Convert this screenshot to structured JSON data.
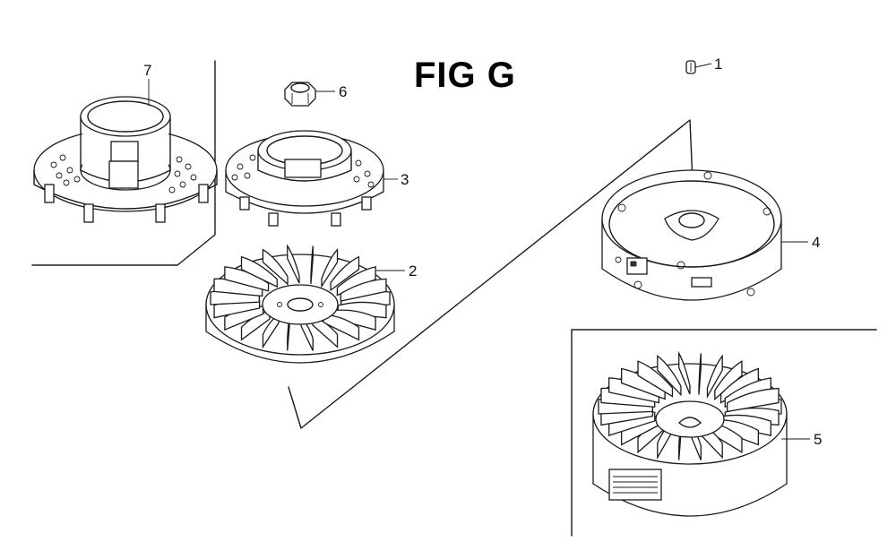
{
  "figure": {
    "title": "FIG G"
  },
  "callouts": [
    {
      "id": "1",
      "label": "1"
    },
    {
      "id": "2",
      "label": "2"
    },
    {
      "id": "3",
      "label": "3"
    },
    {
      "id": "4",
      "label": "4"
    },
    {
      "id": "5",
      "label": "5"
    },
    {
      "id": "6",
      "label": "6"
    },
    {
      "id": "7",
      "label": "7"
    }
  ],
  "colors": {
    "line": "#1a1a1a",
    "background": "#ffffff"
  }
}
